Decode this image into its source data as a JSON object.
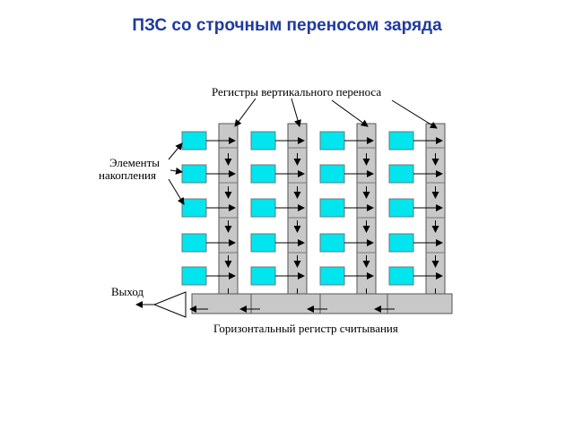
{
  "title": "ПЗС со строчным переносом заряда",
  "labels": {
    "vertical_registers": "Регистры вертикального переноса",
    "storage_elements_line1": "Элементы",
    "storage_elements_line2": "накопления",
    "output": "Выход",
    "horizontal_register": "Горизонтальный регистр считывания"
  },
  "colors": {
    "pixel": "#00e5ee",
    "register": "#c8c8c8",
    "title": "#1f3aa0"
  },
  "grid": {
    "columns": 4,
    "rows": 5
  }
}
